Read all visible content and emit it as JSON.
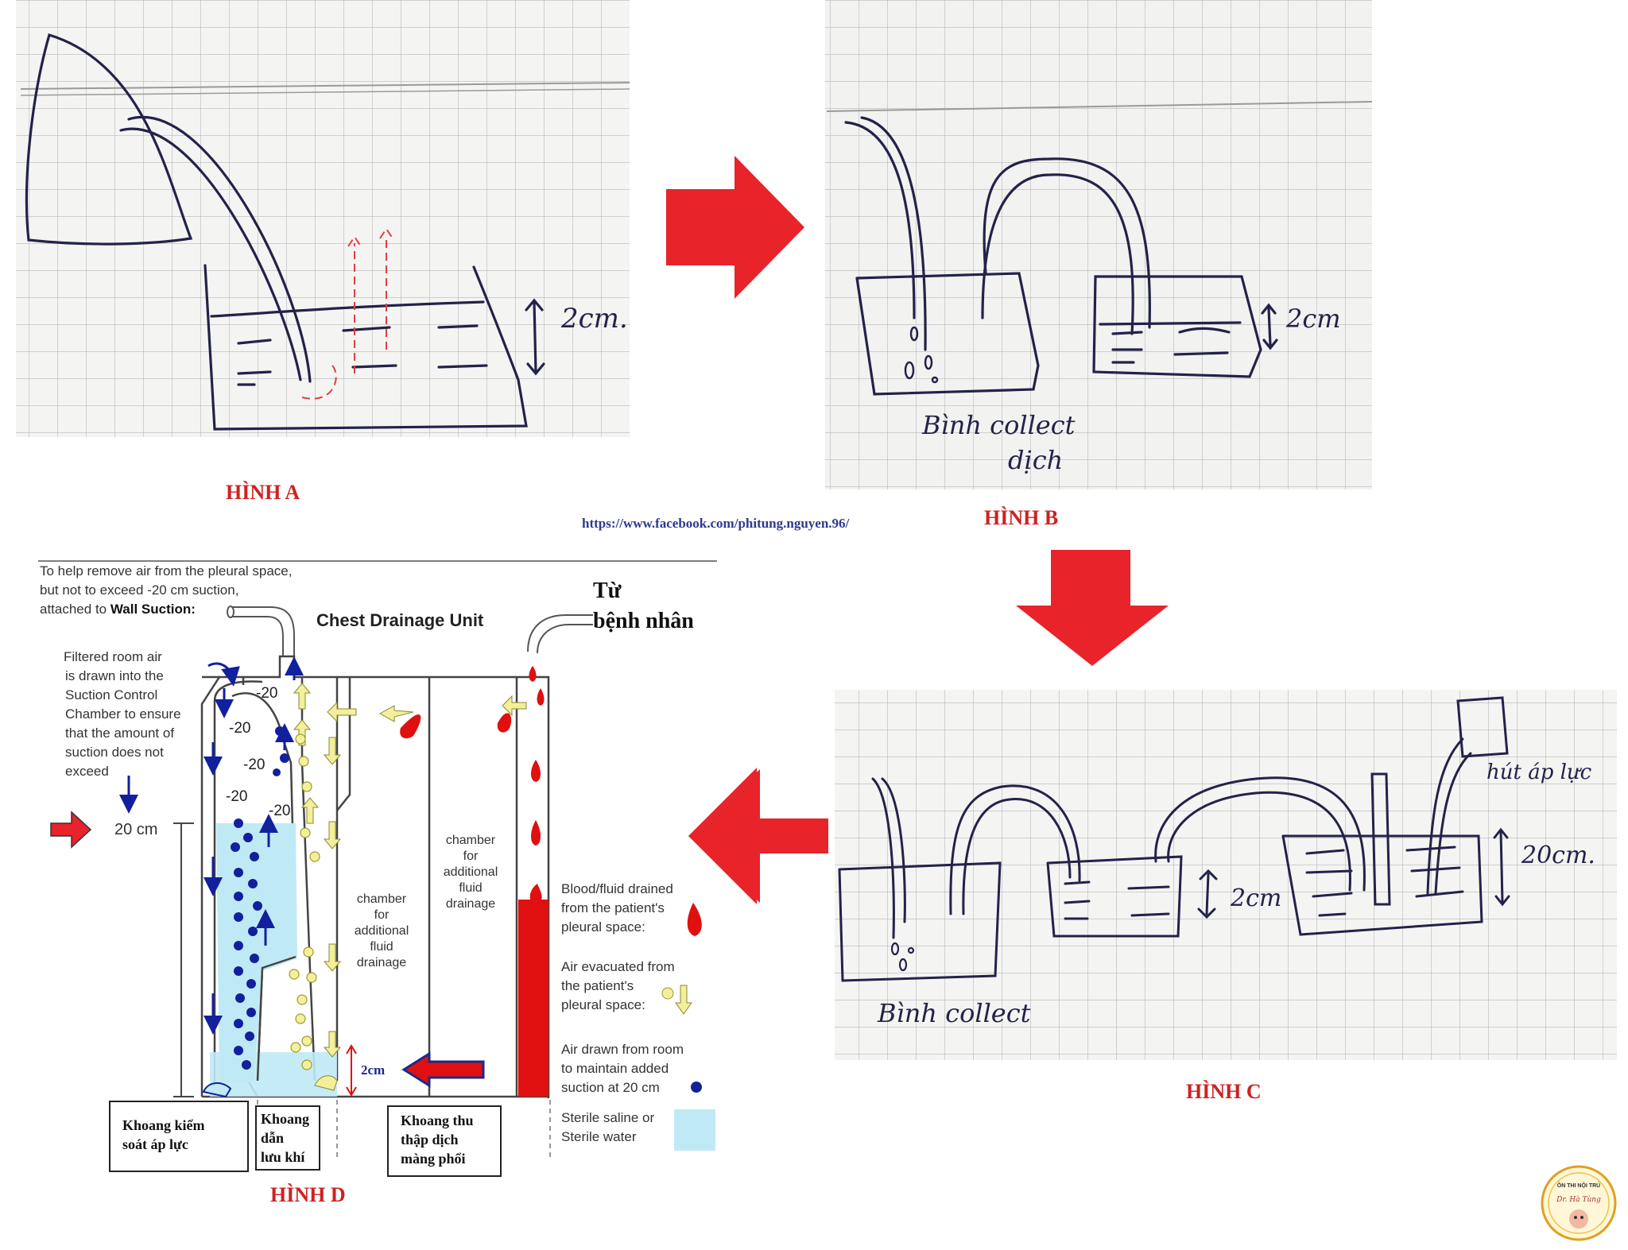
{
  "panels": {
    "a": {
      "caption": "HÌNH A",
      "level_label": "2cm."
    },
    "b": {
      "caption": "HÌNH B",
      "level_label": "2cm",
      "bottle_label_1": "Bình collect",
      "bottle_label_2": "dịch"
    },
    "c": {
      "caption": "HÌNH C",
      "level_label_small": "2cm",
      "level_label_large": "20cm.",
      "suction_label": "hút áp lực",
      "bottle_label": "Bình collect"
    },
    "d": {
      "caption": "HÌNH D",
      "title": "Chest Drainage Unit",
      "header_lines": [
        "To help remove air from the pleural space,",
        "but not to exceed -20 cm suction,",
        "attached to"
      ],
      "header_bold": "Wall Suction:",
      "from_patient": [
        "Từ",
        "bệnh nhân"
      ],
      "note_lines": [
        "Filtered room air",
        "is drawn into the",
        "Suction Control",
        "Chamber to ensure",
        "that the amount of",
        "suction does not",
        "exceed"
      ],
      "height_label": "20 cm",
      "pressure_labels": [
        "-20",
        "-20",
        "-20",
        "-20",
        "-20"
      ],
      "chamber_label_1": [
        "chamber",
        "for",
        "additional",
        "fluid",
        "drainage"
      ],
      "chamber_label_2": [
        "chamber",
        "for",
        "additional",
        "fluid",
        "drainage"
      ],
      "water_seal_label": "2cm",
      "legend": [
        [
          "Blood/fluid drained",
          "from the patient's",
          "pleural space:"
        ],
        [
          "Air evacuated from",
          "the patient's",
          "pleural space:"
        ],
        [
          "Air drawn from room",
          "to maintain added",
          "suction at 20 cm"
        ],
        [
          "Sterile saline or",
          "Sterile water"
        ]
      ],
      "boxes": [
        [
          "Khoang kiểm",
          "soát áp lực"
        ],
        [
          "Khoang",
          "dẫn",
          "lưu khí"
        ],
        [
          "Khoang thu",
          "thập dịch",
          "màng phổi"
        ]
      ]
    }
  },
  "source_url": "https://www.facebook.com/phitung.nguyen.96/",
  "logo_text": [
    "ÔN THI NỘI TRÚ",
    "Dr. Hà Tùng"
  ],
  "colors": {
    "caption_red": "#cc2222",
    "arrow_red": "#e8232a",
    "ink": "#1c1c4a",
    "water": "#bfeaf5",
    "blood": "#e01010",
    "air": "#f3ef9a",
    "dot_blue": "#12209e"
  }
}
